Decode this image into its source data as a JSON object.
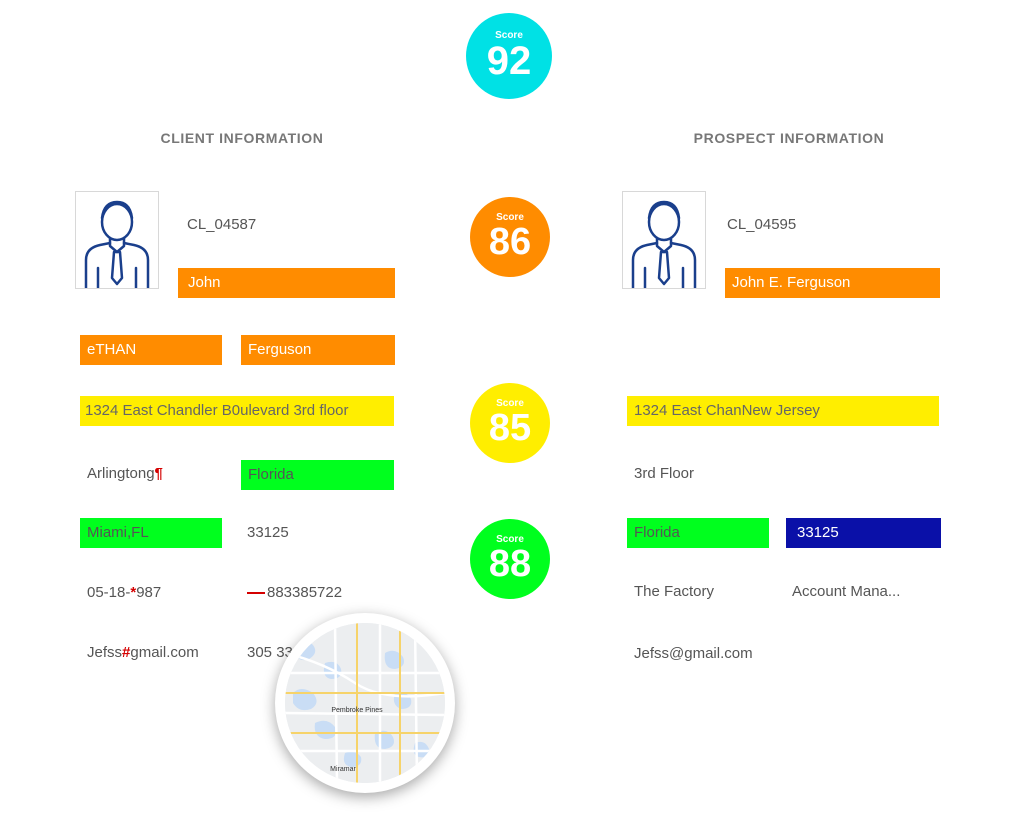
{
  "overall_score": {
    "label": "Score",
    "value": "92",
    "color": "#00e1e5"
  },
  "client": {
    "heading": "CLIENT INFORMATION",
    "id": "CL_04587",
    "first_name": "John",
    "middle_name": "eTHAN",
    "last_name": "Ferguson",
    "address": "1324 East Chandler B0ulevard 3rd floor",
    "city_text": "Arlingtong",
    "city_mark": "¶",
    "state": "Florida",
    "city_state": "Miami,FL",
    "zip": "33125",
    "dob_a": "05-18-",
    "dob_mark": "*",
    "dob_b": "987",
    "ssn": "883385722",
    "email_a": "Jefss",
    "email_mark": "#",
    "email_b": "gmail.com",
    "phone": "305 33"
  },
  "prospect": {
    "heading": "PROSPECT INFORMATION",
    "id": "CL_04595",
    "full_name": "John E. Ferguson",
    "address": "1324 East ChanNew Jersey",
    "address2": "3rd Floor",
    "state": "Florida",
    "zip": "33125",
    "company": "The Factory",
    "title": "Account Mana...",
    "email": "Jefss@gmail.com"
  },
  "name_score": {
    "label": "Score",
    "value": "86",
    "color": "#ff8c00"
  },
  "address_score": {
    "label": "Score",
    "value": "85",
    "color": "#ffee00"
  },
  "location_score": {
    "label": "Score",
    "value": "88",
    "color": "#00ff1e"
  },
  "map": {
    "place": "Pembroke Pines",
    "place2": "Miramar"
  }
}
